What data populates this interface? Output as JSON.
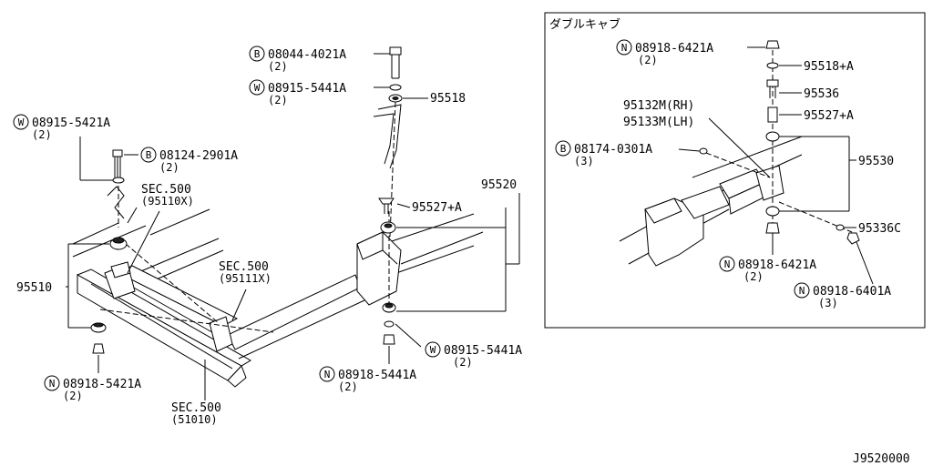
{
  "inset": {
    "title": "ダブルキャブ"
  },
  "drawing_number": "J9520000",
  "prefix": {
    "B": "B",
    "W": "W",
    "N": "N"
  },
  "labels": {
    "p08044": "08044-4021A",
    "p08044_qty": "(2)",
    "p08915_5441_top": "08915-5441A",
    "p08915_5441_top_qty": "(2)",
    "p95518": "95518",
    "p08915_5421": "08915-5421A",
    "p08915_5421_qty": "(2)",
    "p08124": "08124-2901A",
    "p08124_qty": "(2)",
    "sec500_95110": "SEC.500",
    "sec500_95110_sub": "(95110X)",
    "p95520": "95520",
    "p95527A_main": "95527+A",
    "sec500_95111": "SEC.500",
    "sec500_95111_sub": "(95111X)",
    "p95510": "95510",
    "p08915_5441_bot": "08915-5441A",
    "p08915_5441_bot_qty": "(2)",
    "p08918_5441": "08918-5441A",
    "p08918_5441_qty": "(2)",
    "p08918_5421": "08918-5421A",
    "p08918_5421_qty": "(2)",
    "sec500_51010": "SEC.500",
    "sec500_51010_sub": "(51010)",
    "i08918_6421_top": "08918-6421A",
    "i08918_6421_top_qty": "(2)",
    "i95518A": "95518+A",
    "i95536": "95536",
    "i95132M": "95132M(RH)",
    "i95133M": "95133M(LH)",
    "i95527A": "95527+A",
    "i08174": "08174-0301A",
    "i08174_qty": "(3)",
    "i95530": "95530",
    "i95336C": "95336C",
    "i08918_6421_bot": "08918-6421A",
    "i08918_6421_bot_qty": "(2)",
    "i08918_6401": "08918-6401A",
    "i08918_6401_qty": "(3)"
  }
}
